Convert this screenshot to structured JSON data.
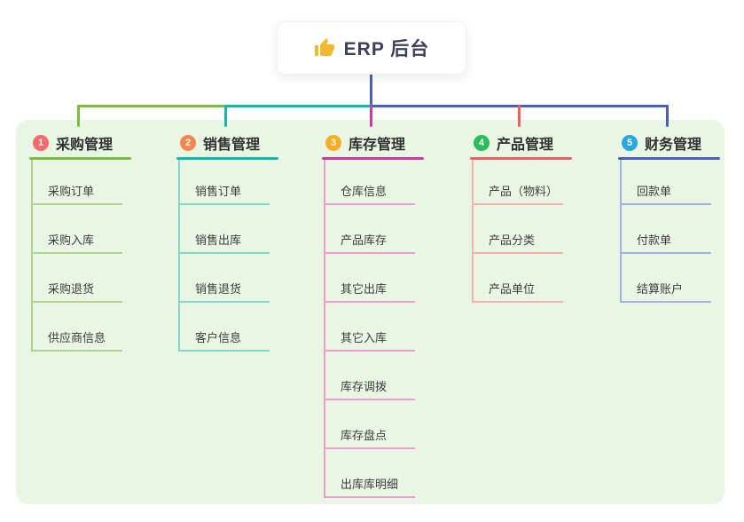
{
  "root": {
    "label": "ERP 后台",
    "icon": "thumbs-up-icon",
    "icon_color": "#f2b92c",
    "connector_color": "#4a5ec4"
  },
  "board": {
    "background_color": "#e9f6e3"
  },
  "branches": [
    {
      "num": "1",
      "label": "采购管理",
      "badge_color": "#f56a6a",
      "line_color": "#7cbb41",
      "child_line_color": "#a9d58f",
      "children": [
        "采购订单",
        "采购入库",
        "采购退货",
        "供应商信息"
      ]
    },
    {
      "num": "2",
      "label": "销售管理",
      "badge_color": "#f9874d",
      "line_color": "#13b9a7",
      "child_line_color": "#86d7cb",
      "children": [
        "销售订单",
        "销售出库",
        "销售退货",
        "客户信息"
      ]
    },
    {
      "num": "3",
      "label": "库存管理",
      "badge_color": "#fbad24",
      "line_color": "#d03a9c",
      "child_line_color": "#f09ad2",
      "children": [
        "仓库信息",
        "产品库存",
        "其它出库",
        "其它入库",
        "库存调拨",
        "库存盘点",
        "出库库明细"
      ]
    },
    {
      "num": "4",
      "label": "产品管理",
      "badge_color": "#2cbd5b",
      "line_color": "#f15e5e",
      "child_line_color": "#f8b0ad",
      "children": [
        "产品（物料）",
        "产品分类",
        "产品单位"
      ]
    },
    {
      "num": "5",
      "label": "财务管理",
      "badge_color": "#2ba7dd",
      "line_color": "#4a5ec4",
      "child_line_color": "#a2b0e2",
      "children": [
        "回款单",
        "付款单",
        "结算账户"
      ]
    }
  ]
}
